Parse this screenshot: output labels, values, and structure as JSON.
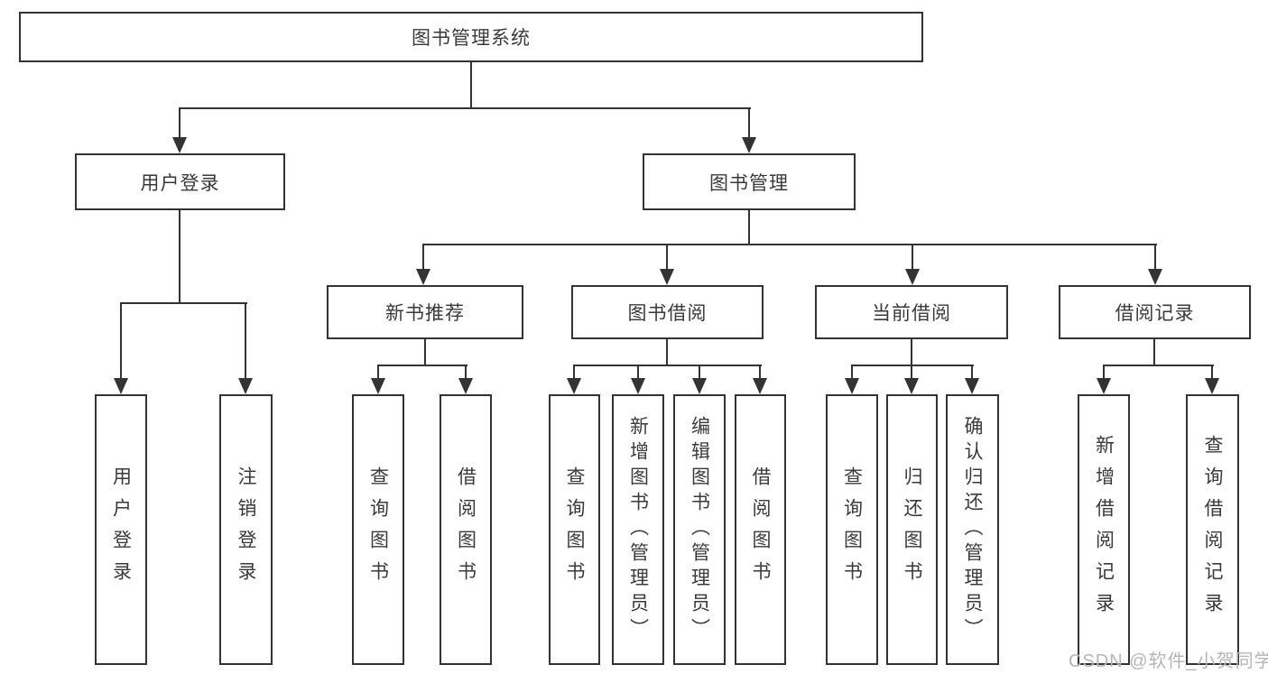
{
  "root": {
    "label": "图书管理系统"
  },
  "user_login": {
    "label": "用户登录",
    "leaves": [
      "用户登录",
      "注销登录"
    ]
  },
  "book_management": {
    "label": "图书管理",
    "sections": [
      {
        "label": "新书推荐",
        "leaves": [
          "查询图书",
          "借阅图书"
        ]
      },
      {
        "label": "图书借阅",
        "leaves": [
          "查询图书",
          "新增图书（管理员）",
          "编辑图书（管理员）",
          "借阅图书"
        ]
      },
      {
        "label": "当前借阅",
        "leaves": [
          "查询图书",
          "归还图书",
          "确认归还（管理员）"
        ]
      },
      {
        "label": "借阅记录",
        "leaves": [
          "新增借阅记录",
          "查询借阅记录"
        ]
      }
    ]
  },
  "watermark": "CSDN @软件_小贺同学",
  "colors": {
    "line": "#333333",
    "text": "#3a3a3a",
    "watermark": "#b5b5b5"
  }
}
